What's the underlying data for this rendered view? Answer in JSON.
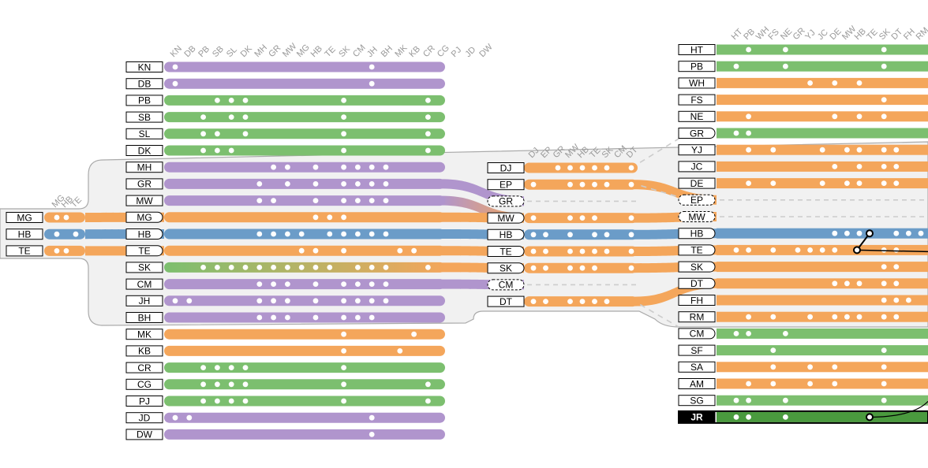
{
  "colors": {
    "purple": "#b095cd",
    "green": "#7cbf6f",
    "orange": "#f4a65b",
    "blue": "#6b9cc8",
    "dark_green": "#4a9a3e",
    "group_fill": "#f1f1f1",
    "group_stroke": "#aaaaaa",
    "ghost": "#cccccc"
  },
  "panel_a": {
    "title": "",
    "columns": [
      "MG",
      "HB",
      "TE"
    ],
    "rows": [
      {
        "label": "MG",
        "color": "orange",
        "dots": [
          0,
          1
        ]
      },
      {
        "label": "HB",
        "color": "blue",
        "dots": [
          0,
          2
        ]
      },
      {
        "label": "TE",
        "color": "orange",
        "dots": [
          0,
          1
        ]
      }
    ]
  },
  "panel_b": {
    "title": "",
    "columns": [
      "KN",
      "DB",
      "PB",
      "SB",
      "SL",
      "DK",
      "MH",
      "GR",
      "MW",
      "MG",
      "HB",
      "TE",
      "SK",
      "CM",
      "JH",
      "BH",
      "MK",
      "KB",
      "CR",
      "CG",
      "PJ",
      "JD",
      "DW"
    ],
    "rows": [
      {
        "label": "KN",
        "color": "purple",
        "dots": [
          0,
          14,
          21
        ]
      },
      {
        "label": "DB",
        "color": "purple",
        "dots": [
          0,
          14,
          21
        ]
      },
      {
        "label": "PB",
        "color": "green",
        "dots": [
          3,
          4,
          5,
          12,
          18,
          19,
          20
        ]
      },
      {
        "label": "SB",
        "color": "green",
        "dots": [
          2,
          4,
          5,
          12,
          18,
          19,
          20
        ]
      },
      {
        "label": "SL",
        "color": "green",
        "dots": [
          2,
          3,
          5,
          12,
          18,
          19,
          20
        ]
      },
      {
        "label": "DK",
        "color": "green",
        "dots": [
          2,
          3,
          4,
          12,
          18,
          19,
          20
        ]
      },
      {
        "label": "MH",
        "color": "purple",
        "dots": [
          7,
          8,
          10,
          12,
          13,
          14,
          15
        ]
      },
      {
        "label": "GR",
        "color": "purple",
        "dots": [
          6,
          8,
          10,
          12,
          13,
          14,
          15
        ]
      },
      {
        "label": "MW",
        "color": "purple",
        "dots": [
          6,
          7,
          10,
          12,
          13,
          14,
          15
        ]
      },
      {
        "label": "MG",
        "color": "orange",
        "dots": [
          10,
          11,
          12
        ],
        "rounded": true
      },
      {
        "label": "HB",
        "color": "blue",
        "dots": [
          6,
          7,
          8,
          9,
          11,
          12,
          13,
          14,
          15
        ],
        "rounded": true
      },
      {
        "label": "TE",
        "color": "orange",
        "dots": [
          9,
          10,
          12,
          16,
          17
        ],
        "rounded": true
      },
      {
        "label": "SK",
        "color": "green",
        "dots": [
          2,
          3,
          4,
          5,
          6,
          7,
          8,
          9,
          10,
          11,
          13,
          14,
          15,
          18,
          19,
          20
        ],
        "fade_to": "orange"
      },
      {
        "label": "CM",
        "color": "purple",
        "dots": [
          6,
          7,
          8,
          10,
          12,
          13,
          14,
          15
        ]
      },
      {
        "label": "JH",
        "color": "purple",
        "dots": [
          0,
          1,
          6,
          7,
          8,
          10,
          12,
          13,
          14,
          15,
          21,
          22
        ]
      },
      {
        "label": "BH",
        "color": "purple",
        "dots": [
          6,
          7,
          8,
          10,
          12,
          13,
          14
        ]
      },
      {
        "label": "MK",
        "color": "orange",
        "dots": [
          12,
          17
        ]
      },
      {
        "label": "KB",
        "color": "orange",
        "dots": [
          12,
          16
        ]
      },
      {
        "label": "CR",
        "color": "green",
        "dots": [
          2,
          3,
          4,
          5,
          12,
          19,
          20
        ]
      },
      {
        "label": "CG",
        "color": "green",
        "dots": [
          2,
          3,
          4,
          5,
          12,
          18,
          20
        ]
      },
      {
        "label": "PJ",
        "color": "green",
        "dots": [
          2,
          3,
          4,
          5,
          12,
          18,
          19
        ]
      },
      {
        "label": "JD",
        "color": "purple",
        "dots": [
          0,
          1,
          14
        ]
      },
      {
        "label": "DW",
        "color": "purple",
        "dots": [
          14
        ]
      }
    ]
  },
  "panel_c": {
    "title": "",
    "columns": [
      "DJ",
      "EP",
      "GR",
      "MW",
      "HB",
      "TE",
      "SK",
      "CM",
      "DT"
    ],
    "rows": [
      {
        "label": "DJ",
        "color": "orange",
        "dots": [
          2,
          3,
          4,
          5,
          6,
          8
        ]
      },
      {
        "label": "EP",
        "color": "orange",
        "dots": [
          0,
          3,
          4,
          5,
          6,
          8
        ]
      },
      {
        "label": "GR",
        "color": "ghost",
        "ghost": true
      },
      {
        "label": "MW",
        "color": "orange",
        "dots": [
          0,
          3,
          4,
          5,
          8
        ],
        "rounded": true
      },
      {
        "label": "HB",
        "color": "blue",
        "dots": [
          0,
          1,
          3,
          5,
          6,
          8
        ],
        "rounded": true
      },
      {
        "label": "TE",
        "color": "orange",
        "dots": [
          0,
          1,
          3,
          4,
          5,
          6,
          8
        ],
        "rounded": true
      },
      {
        "label": "SK",
        "color": "orange",
        "dots": [
          0,
          1,
          3,
          4,
          5,
          8
        ],
        "rounded": true
      },
      {
        "label": "CM",
        "color": "ghost",
        "ghost": true
      },
      {
        "label": "DT",
        "color": "orange",
        "dots": [
          0,
          1,
          3,
          4,
          5,
          6
        ]
      }
    ]
  },
  "panel_d": {
    "title": "",
    "columns": [
      "HT",
      "PB",
      "WH",
      "FS",
      "NE",
      "GR",
      "YJ",
      "JC",
      "DE",
      "MW",
      "HB",
      "TE",
      "SK",
      "DT",
      "FH",
      "RM"
    ],
    "rows": [
      {
        "label": "HT",
        "color": "green",
        "dots": [
          1,
          4,
          12
        ]
      },
      {
        "label": "PB",
        "color": "green",
        "dots": [
          0,
          4,
          12
        ]
      },
      {
        "label": "WH",
        "color": "orange",
        "dots": [
          6,
          8,
          10
        ]
      },
      {
        "label": "FS",
        "color": "orange",
        "dots": [
          12
        ]
      },
      {
        "label": "NE",
        "color": "orange",
        "dots": [
          1,
          8,
          10,
          12
        ]
      },
      {
        "label": "GR",
        "color": "green",
        "dots": [
          0,
          1
        ],
        "rounded": true
      },
      {
        "label": "YJ",
        "color": "orange",
        "dots": [
          1,
          3,
          7,
          9,
          10,
          12,
          13
        ]
      },
      {
        "label": "JC",
        "color": "orange",
        "dots": [
          8,
          10,
          12,
          13
        ]
      },
      {
        "label": "DE",
        "color": "orange",
        "dots": [
          1,
          3,
          7,
          9,
          10,
          12,
          13
        ]
      },
      {
        "label": "EP",
        "color": "ghost",
        "ghost": true
      },
      {
        "label": "MW",
        "color": "ghost",
        "ghost": true
      },
      {
        "label": "HB",
        "color": "blue",
        "dots": [
          8,
          9,
          10,
          13,
          14,
          15
        ],
        "rounded": true
      },
      {
        "label": "TE",
        "color": "orange",
        "dots": [
          0,
          1,
          3,
          5,
          6,
          7,
          8,
          12,
          13
        ],
        "rounded": true
      },
      {
        "label": "SK",
        "color": "orange",
        "dots": [
          12,
          13
        ],
        "rounded": true
      },
      {
        "label": "DT",
        "color": "orange",
        "dots": [
          8,
          9,
          10,
          12,
          13
        ],
        "rounded": true
      },
      {
        "label": "FH",
        "color": "orange",
        "dots": [
          12,
          13,
          14
        ]
      },
      {
        "label": "RM",
        "color": "orange",
        "dots": [
          1,
          3,
          6,
          8,
          9,
          10,
          12,
          13
        ]
      },
      {
        "label": "CM",
        "color": "green",
        "dots": [
          0,
          1,
          4
        ],
        "rounded": true
      },
      {
        "label": "SF",
        "color": "green",
        "dots": [
          3,
          12
        ]
      },
      {
        "label": "SA",
        "color": "orange",
        "dots": [
          3,
          6,
          8,
          12
        ]
      },
      {
        "label": "AM",
        "color": "orange",
        "dots": [
          1,
          3,
          6,
          8,
          12
        ]
      },
      {
        "label": "SG",
        "color": "green",
        "dots": [
          0,
          1,
          4,
          12
        ]
      },
      {
        "label": "JR",
        "color": "dark_green",
        "dots": [
          0,
          1,
          4
        ],
        "highlight": true
      }
    ]
  }
}
